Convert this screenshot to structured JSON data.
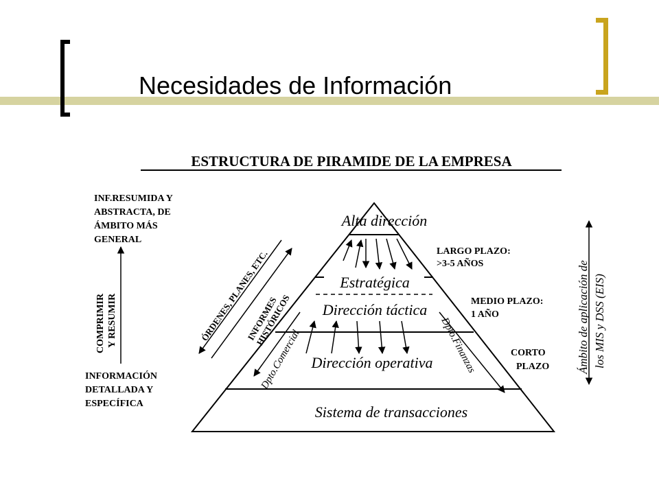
{
  "slide_title": "Necesidades de Información",
  "diagram": {
    "heading": "ESTRUCTURA DE PIRAMIDE DE LA EMPRESA",
    "left_top_label": [
      "INF.RESUMIDA Y",
      "ABSTRACTA, DE",
      "ÁMBITO MÁS",
      "GENERAL"
    ],
    "left_axis_label": [
      "COMPRIMIR",
      "Y RESUMIR"
    ],
    "left_bottom_label": [
      "INFORMACIÓN",
      "DETALLADA Y",
      "ESPECÍFICA"
    ],
    "levels": {
      "alta": "Alta dirección",
      "estrategica": "Estratégica",
      "tactica": "Dirección táctica",
      "operativa": "Dirección operativa",
      "transacciones": "Sistema de transacciones"
    },
    "down_arrow_label": "ÓRDENES, PLANES, ETC.",
    "up_arrow_label": [
      "INFORMES",
      "HISTÓRICOS"
    ],
    "dept_left": "Dpto.Comercial",
    "dept_right": "Dpto.Finanzas",
    "right_labels": {
      "largo": [
        "LARGO PLAZO:",
        ">3-5 AÑOS"
      ],
      "medio": [
        "MEDIO PLAZO:",
        "1 AÑO"
      ],
      "corto": [
        "CORTO",
        "PLAZO"
      ]
    },
    "right_axis_label": [
      "Ámbito de aplicación de",
      "los MIS y DSS (EIS)"
    ]
  }
}
